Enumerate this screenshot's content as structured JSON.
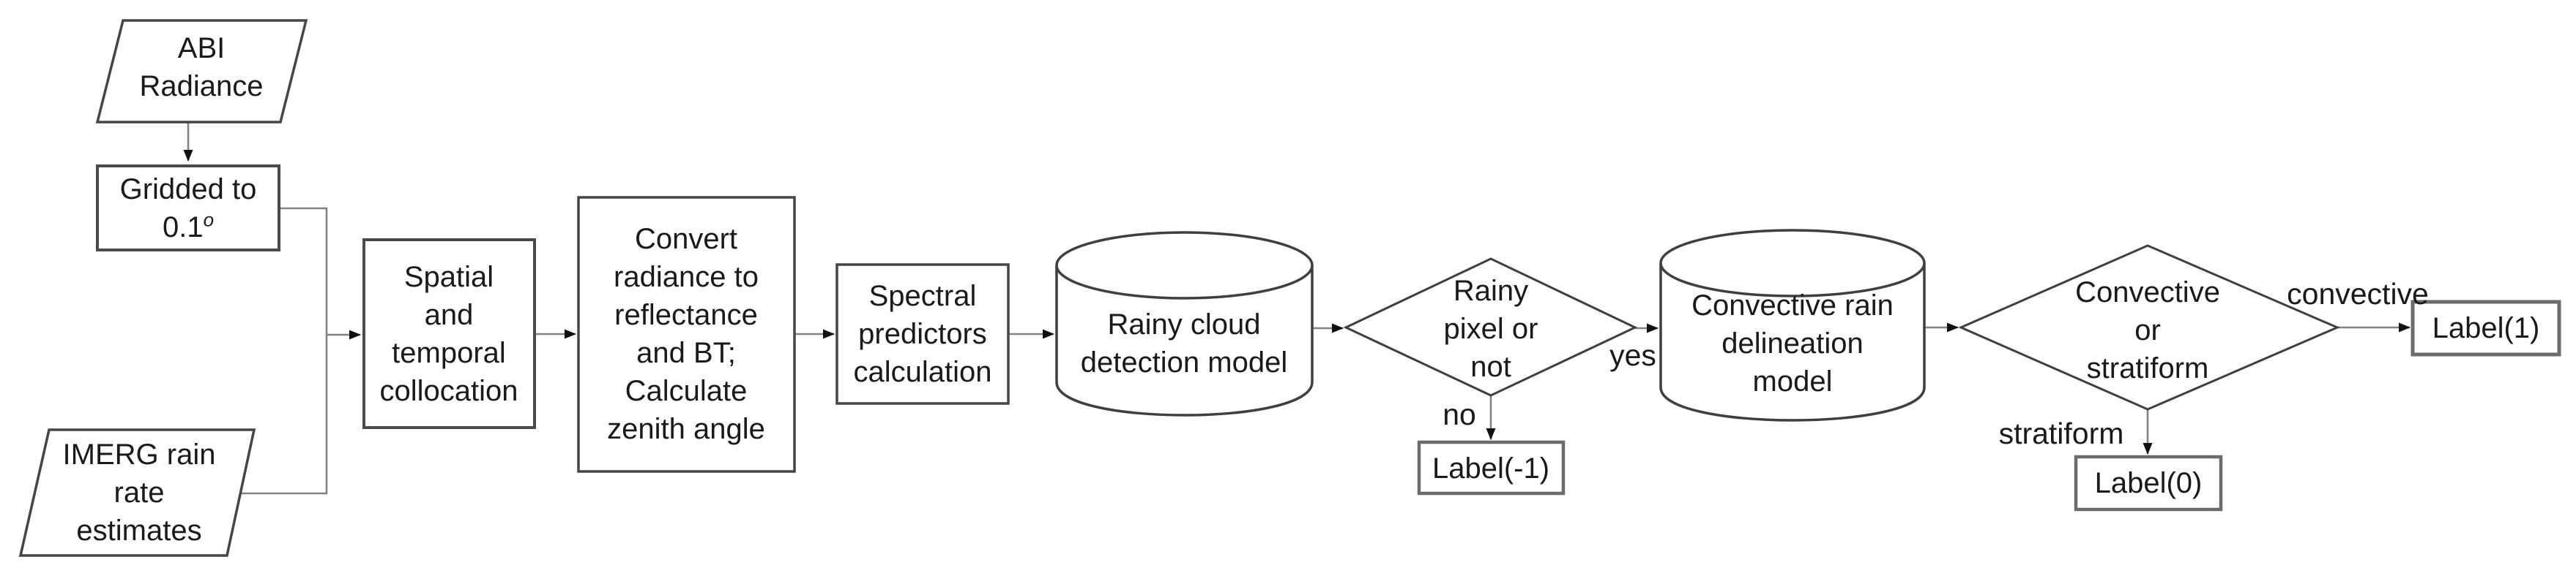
{
  "diagram": {
    "colors": {
      "background": "#ffffff",
      "shape_stroke": "#454545",
      "label_box_stroke": "#6b6b6b",
      "connector": "#828282",
      "arrowhead": "#111111",
      "text": "#1a1a1a"
    },
    "nodes": {
      "abi_radiance": {
        "label": "ABI\nRadiance",
        "shape": "parallelogram"
      },
      "gridded": {
        "line1": "Gridded to",
        "value": "0.1",
        "sup": "o",
        "shape": "rectangle"
      },
      "imerg": {
        "label": "IMERG rain\nrate\nestimates",
        "shape": "parallelogram"
      },
      "spatial_collocation": {
        "label": "Spatial\nand\ntemporal\ncollocation",
        "shape": "rectangle"
      },
      "convert_radiance": {
        "label": "Convert\nradiance to\nreflectance\nand BT;\nCalculate\nzenith angle",
        "shape": "rectangle"
      },
      "spectral_predictors": {
        "label": "Spectral\npredictors\ncalculation",
        "shape": "rectangle"
      },
      "rainy_cloud_model": {
        "label": "Rainy cloud\ndetection model",
        "shape": "cylinder"
      },
      "rainy_decision": {
        "label": "Rainy\npixel or\nnot",
        "shape": "diamond"
      },
      "label_minus1": {
        "label": "Label(-1)",
        "shape": "rectangle"
      },
      "convective_model": {
        "label": "Convective rain\ndelineation\nmodel",
        "shape": "cylinder"
      },
      "convective_decision": {
        "label": "Convective\nor\nstratiform",
        "shape": "diamond"
      },
      "label_1": {
        "label": "Label(1)",
        "shape": "rectangle"
      },
      "label_0": {
        "label": "Label(0)",
        "shape": "rectangle"
      }
    },
    "edge_labels": {
      "yes": "yes",
      "no": "no",
      "convective": "convective",
      "stratiform": "stratiform"
    }
  }
}
